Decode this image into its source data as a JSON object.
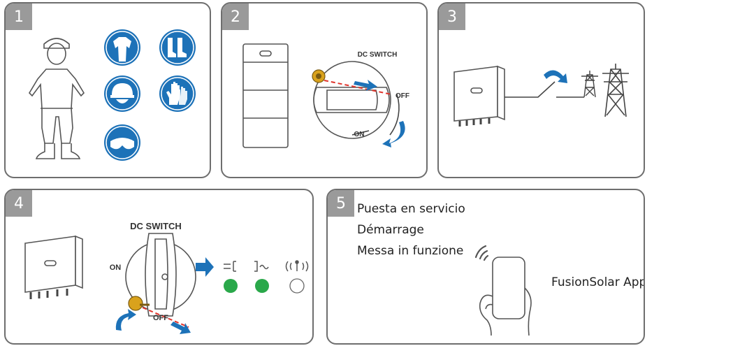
{
  "steps": [
    {
      "number": "1",
      "icons": [
        "coverall-icon",
        "safety-boots-icon",
        "helmet-icon",
        "gloves-icon",
        "goggles-icon"
      ]
    },
    {
      "number": "2",
      "labels": {
        "dc_switch": "DC SWITCH",
        "off": "OFF",
        "on": "ON"
      }
    },
    {
      "number": "3"
    },
    {
      "number": "4",
      "labels": {
        "dc_switch": "DC  SWITCH",
        "on": "ON",
        "off": "OFF"
      },
      "indicators": [
        {
          "icon": "dc-indicator-icon",
          "symbol": "=[",
          "state": "on"
        },
        {
          "icon": "ac-indicator-icon",
          "symbol": "]~",
          "state": "on"
        },
        {
          "icon": "comm-indicator-icon",
          "symbol": "((·))",
          "state": "off"
        }
      ]
    },
    {
      "number": "5",
      "lines": [
        "Puesta en servicio",
        "Démarrage",
        "Messa in funzione"
      ],
      "app": "FusionSolar App"
    }
  ],
  "colors": {
    "accent_blue": "#1d72b8",
    "led_green": "#2aa84a",
    "safety_red": "#e0342c",
    "border": "#6e6e6e",
    "badge": "#9a9a9a"
  }
}
